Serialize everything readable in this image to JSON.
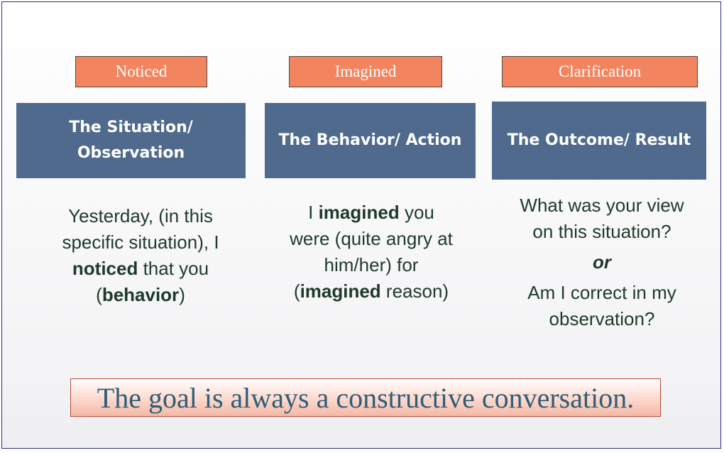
{
  "tags": [
    "Noticed",
    "Imagined",
    "Clarification"
  ],
  "headers": [
    "The Situation/\nObservation",
    "The Behavior/ Action",
    "The Outcome/ Result"
  ],
  "col1": {
    "t1": "Yesterday,  (in this",
    "t2": "specific situation), I",
    "t3a": "noticed",
    "t3b": " that you",
    "t4a": "(",
    "t4b": "behavior",
    "t4c": ")"
  },
  "col2": {
    "t1a": "I ",
    "t1b": "imagined",
    "t1c": " you",
    "t2": "were (quite angry at",
    "t3": "him/her) for",
    "t4a": "(",
    "t4b": "imagined",
    "t4c": " reason)"
  },
  "col3": {
    "t1": "What was your view",
    "t2": "on this situation?",
    "or": "or",
    "t3": "Am I correct in my",
    "t4": "observation?"
  },
  "goal": "The goal is always a constructive conversation."
}
